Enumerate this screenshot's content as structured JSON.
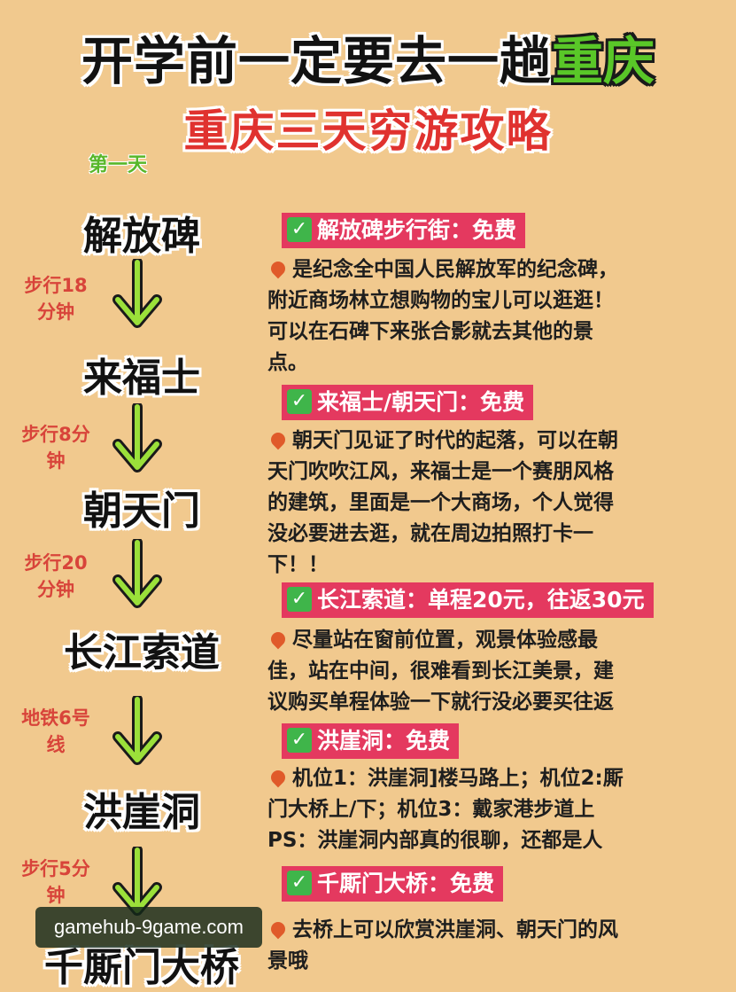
{
  "title": {
    "main": "开学前一定要去一趟",
    "accent": "重庆"
  },
  "subtitle": "重庆三天穷游攻略",
  "day_label": "第一天",
  "stops": [
    "解放碑",
    "来福士",
    "朝天门",
    "长江索道",
    "洪崖洞",
    "千厮门大桥"
  ],
  "walks": [
    {
      "line1": "步行18",
      "line2": "分钟"
    },
    {
      "line1": "步行8分",
      "line2": "钟"
    },
    {
      "line1": "步行20",
      "line2": "分钟"
    },
    {
      "line1": "地铁6号",
      "line2": "线"
    },
    {
      "line1": "步行5分",
      "line2": "钟"
    }
  ],
  "attractions": [
    {
      "header": "解放碑步行街：免费",
      "lines": [
        "是纪念全中国人民解放军的纪念碑，",
        "附近商场林立想购物的宝儿可以逛逛！",
        "可以在石碑下来张合影就去其他的景",
        "点。"
      ]
    },
    {
      "header": "来福士/朝天门：免费",
      "lines": [
        "朝天门见证了时代的起落，可以在朝",
        "天门吹吹江风，来福士是一个赛朋风格",
        "的建筑，里面是一个大商场，个人觉得",
        "没必要进去逛，就在周边拍照打卡一",
        "下！！"
      ]
    },
    {
      "header": "长江索道：单程20元，往返30元",
      "lines": [
        "尽量站在窗前位置，观景体验感最",
        "佳，站在中间，很难看到长江美景，建",
        "议购买单程体验一下就行没必要买往返"
      ]
    },
    {
      "header": "洪崖洞：免费",
      "lines": [
        "机位1：洪崖洞]楼马路上；机位2:厮",
        "门大桥上/下；机位3：戴家港步道上",
        "PS：洪崖洞内部真的很聊，还都是人"
      ]
    },
    {
      "header": "千厮门大桥：免费",
      "lines": [
        "去桥上可以欣赏洪崖洞、朝天门的风",
        "景哦"
      ]
    }
  ],
  "watermark": "gamehub-9game.com",
  "colors": {
    "background": "#f1c98e",
    "header_bg": "#e4395f",
    "accent_green": "#59c728",
    "walk_text": "#d8443a"
  },
  "icons": {
    "check": "check-icon",
    "pin": "pin-icon",
    "arrow": "arrow-down-icon"
  }
}
